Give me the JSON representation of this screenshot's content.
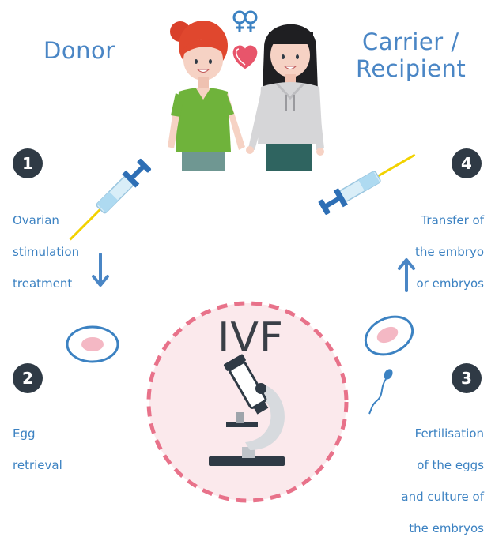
{
  "roles": {
    "donor": "Donor",
    "recipient_line1": "Carrier /",
    "recipient_line2": "Recipient"
  },
  "center_label": "IVF",
  "steps": [
    {
      "number": "1",
      "lines": [
        "Ovarian",
        "stimulation",
        "treatment"
      ]
    },
    {
      "number": "2",
      "lines": [
        "Egg",
        "retrieval"
      ]
    },
    {
      "number": "3",
      "lines": [
        "Fertilisation",
        "of the eggs",
        "and culture of",
        "the embryos"
      ]
    },
    {
      "number": "4",
      "lines": [
        "Transfer of",
        "the embryo",
        "or embryos"
      ]
    }
  ],
  "colors": {
    "accent_blue": "#3c82c2",
    "number_badge": "#2f3a45",
    "ivf_ring": "#e8728a",
    "ivf_fill": "#fbe9ec",
    "egg_fill": "#f4b8c4"
  },
  "icons": [
    "female-female-icon",
    "heart-icon",
    "syringe-icon",
    "egg-cell-icon",
    "sperm-icon",
    "microscope-icon",
    "arrow-icon"
  ]
}
